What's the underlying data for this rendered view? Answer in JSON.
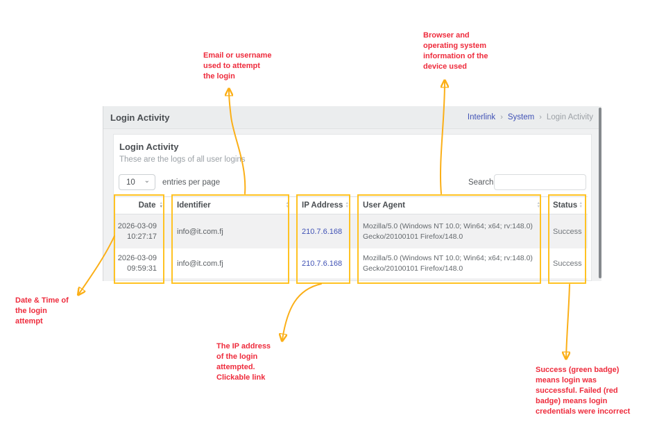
{
  "colors": {
    "annotation_red": "#ee2b3c",
    "highlight_yellow": "#ffc222",
    "arrow_yellow": "#fbaf17",
    "link_blue": "#3f51b5",
    "success_green_badge": "green",
    "failed_red_badge": "red"
  },
  "annotations": {
    "identifier": "Email or username\nused to attempt\nthe login",
    "user_agent": "Browser and\noperating system\ninformation of the\ndevice used",
    "date": "Date & Time of\nthe login\nattempt",
    "ip": "The IP address\nof the login\nattempted.\nClickable link",
    "status": "Success (green badge)\nmeans login was\nsuccessful. Failed (red\nbadge) means login\ncredentials were incorrect"
  },
  "icons": {
    "chevron_down": "⌄",
    "sort_up": "▲",
    "sort_down": "▼",
    "breadcrumb_separator": "›"
  },
  "screenshot": {
    "header": {
      "title": "Login Activity",
      "breadcrumb": [
        {
          "label": "Interlink"
        },
        {
          "label": "System"
        },
        {
          "label": "Login Activity"
        }
      ]
    },
    "card": {
      "title": "Login Activity",
      "subtitle": "These are the logs of all user logins",
      "entries_select_value": "10",
      "entries_label": "entries per page",
      "search_label": "Search:",
      "search_value": ""
    },
    "table": {
      "columns": [
        {
          "label": "Date"
        },
        {
          "label": "Identifier"
        },
        {
          "label": "IP Address"
        },
        {
          "label": "User Agent"
        },
        {
          "label": "Status"
        }
      ],
      "rows": [
        {
          "date_line1": "2026-03-09",
          "date_line2": "10:27:17",
          "identifier": "info@it.com.fj",
          "ip": "210.7.6.168",
          "user_agent": "Mozilla/5.0 (Windows NT 10.0; Win64; x64; rv:148.0) Gecko/20100101 Firefox/148.0",
          "status": "Success"
        },
        {
          "date_line1": "2026-03-09",
          "date_line2": "09:59:31",
          "identifier": "info@it.com.fj",
          "ip": "210.7.6.168",
          "user_agent": "Mozilla/5.0 (Windows NT 10.0; Win64; x64; rv:148.0) Gecko/20100101 Firefox/148.0",
          "status": "Success"
        }
      ]
    }
  }
}
